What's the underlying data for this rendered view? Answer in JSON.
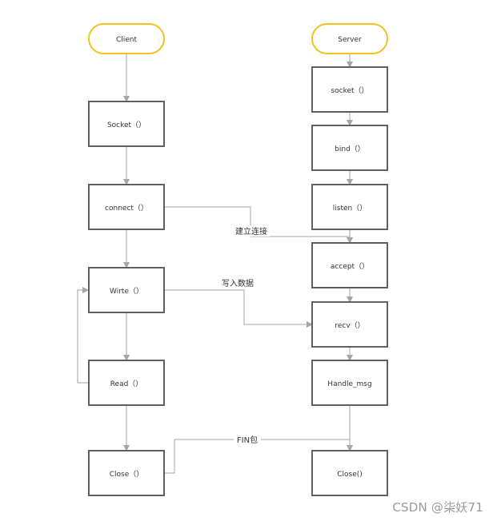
{
  "colors": {
    "box_stroke": "#5f5f5f",
    "terminal_stroke": "#f2c318",
    "arrow": "#a6a6a6",
    "text": "#333333",
    "watermark": "#9a9a9a"
  },
  "client": {
    "start": "Client",
    "socket": "Socket（）",
    "connect": "connect（）",
    "write": "Wirte（）",
    "read": "Read（）",
    "close": "Close（）"
  },
  "server": {
    "start": "Server",
    "socket": "socket（）",
    "bind": "bind（）",
    "listen": "listen（）",
    "accept": "accept（）",
    "recv": "recv（）",
    "handle": "Handle_msg",
    "close": "Close()"
  },
  "labels": {
    "connect": "建立连接",
    "write_data": "写入数据",
    "fin": "FIN包"
  },
  "watermark": "CSDN @柒妖71"
}
